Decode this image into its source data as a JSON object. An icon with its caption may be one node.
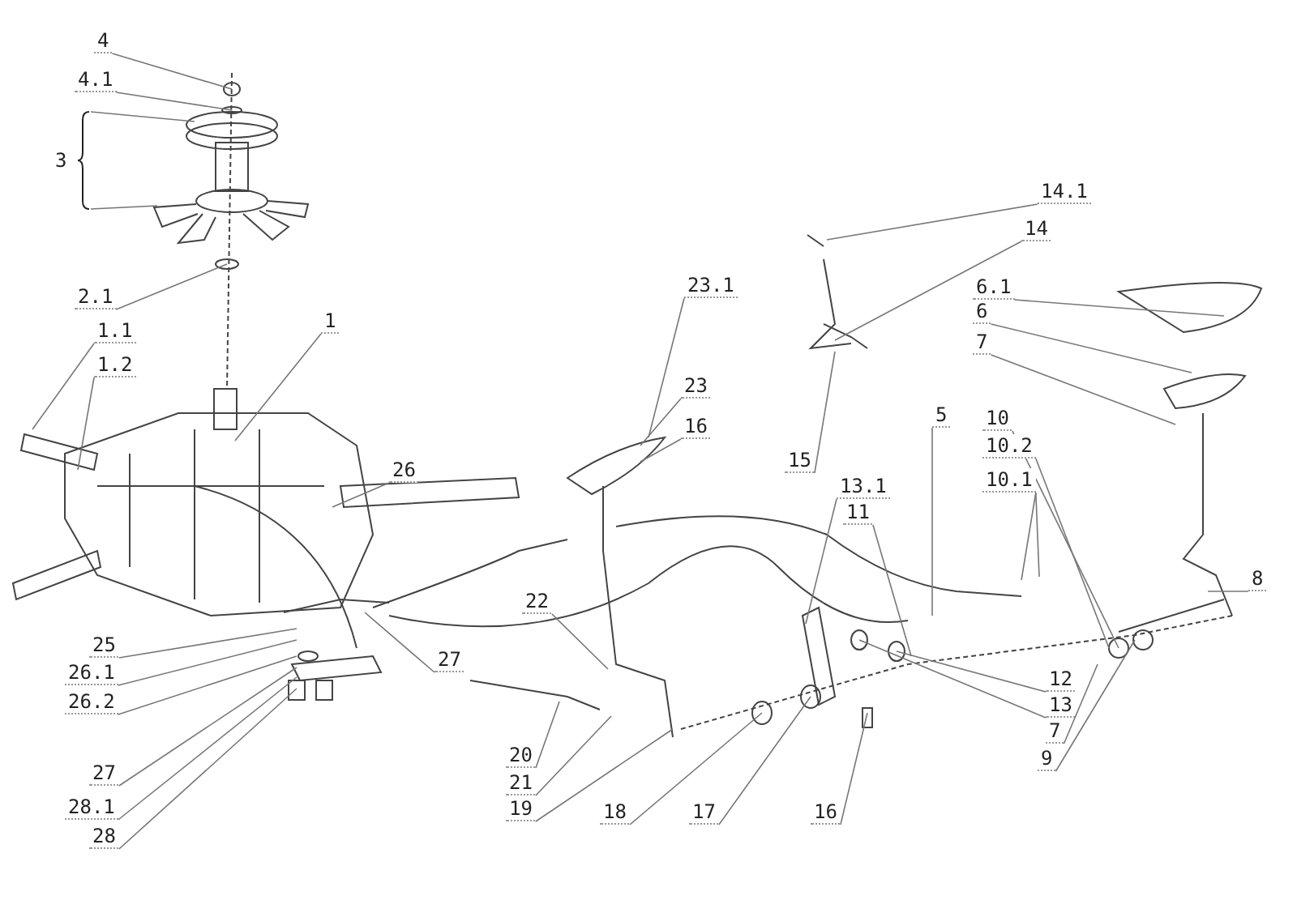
{
  "diagram": {
    "nodes": [
      {
        "text": [
          "4"
        ]
      },
      {
        "text": [
          "4.1"
        ]
      },
      {
        "text": [
          "3"
        ]
      },
      {
        "text": [
          "2.1"
        ]
      },
      {
        "text": [
          "14.1"
        ]
      },
      {
        "text": [
          "14"
        ]
      },
      {
        "text": [
          "6.1"
        ]
      },
      {
        "text": [
          "6"
        ]
      },
      {
        "text": [
          "7"
        ]
      },
      {
        "text": [
          "23.1"
        ]
      },
      {
        "text": [
          "1.1"
        ]
      },
      {
        "text": [
          "1.2"
        ]
      },
      {
        "text": [
          "1"
        ]
      },
      {
        "text": [
          "23"
        ]
      },
      {
        "text": [
          "16"
        ]
      },
      {
        "text": [
          "5"
        ]
      },
      {
        "text": [
          "10"
        ]
      },
      {
        "text": [
          "10.2"
        ]
      },
      {
        "text": [
          "10.1"
        ]
      },
      {
        "text": [
          "15"
        ]
      },
      {
        "text": [
          "26"
        ]
      },
      {
        "text": [
          "13.1"
        ]
      },
      {
        "text": [
          "11"
        ]
      },
      {
        "text": [
          "8"
        ]
      },
      {
        "text": [
          "22"
        ]
      },
      {
        "text": [
          "25"
        ]
      },
      {
        "text": [
          "26.1"
        ]
      },
      {
        "text": [
          "27"
        ]
      },
      {
        "text": [
          "26.2"
        ]
      },
      {
        "text": [
          "12"
        ]
      },
      {
        "text": [
          "13"
        ]
      },
      {
        "text": [
          "7"
        ]
      },
      {
        "text": [
          "20"
        ]
      },
      {
        "text": [
          "9"
        ]
      },
      {
        "text": [
          "27"
        ]
      },
      {
        "text": [
          "21"
        ]
      },
      {
        "text": [
          "28.1"
        ]
      },
      {
        "text": [
          "19"
        ]
      },
      {
        "text": [
          "18"
        ]
      },
      {
        "text": [
          "17"
        ]
      },
      {
        "text": [
          "16"
        ]
      },
      {
        "text": [
          "28"
        ]
      }
    ],
    "edges": [
      {
        "from": 0,
        "to": null,
        "arrow": "none"
      },
      {
        "from": 1,
        "to": null,
        "arrow": "none"
      },
      {
        "from": 2,
        "to": null,
        "arrow": "none"
      },
      {
        "from": 2,
        "to": null,
        "arrow": "none"
      },
      {
        "from": 3,
        "to": null,
        "arrow": "none"
      },
      {
        "from": 4,
        "to": null,
        "arrow": "none"
      },
      {
        "from": 5,
        "to": null,
        "arrow": "none"
      },
      {
        "from": 6,
        "to": null,
        "arrow": "none"
      },
      {
        "from": 7,
        "to": null,
        "arrow": "none"
      },
      {
        "from": 8,
        "to": null,
        "arrow": "none"
      },
      {
        "from": 9,
        "to": null,
        "arrow": "none"
      },
      {
        "from": 10,
        "to": null,
        "arrow": "none"
      },
      {
        "from": 11,
        "to": null,
        "arrow": "none"
      },
      {
        "from": 12,
        "to": null,
        "arrow": "none"
      },
      {
        "from": 13,
        "to": null,
        "arrow": "none"
      },
      {
        "from": 14,
        "to": null,
        "arrow": "none"
      },
      {
        "from": 15,
        "to": null,
        "arrow": "none"
      },
      {
        "from": 16,
        "to": null,
        "arrow": "none"
      },
      {
        "from": 17,
        "to": null,
        "arrow": "none"
      },
      {
        "from": 18,
        "to": null,
        "arrow": "none"
      },
      {
        "from": 18,
        "to": null,
        "arrow": "none"
      },
      {
        "from": 19,
        "to": null,
        "arrow": "none"
      },
      {
        "from": 20,
        "to": null,
        "arrow": "none"
      },
      {
        "from": 21,
        "to": null,
        "arrow": "none"
      },
      {
        "from": 22,
        "to": null,
        "arrow": "none"
      },
      {
        "from": 23,
        "to": null,
        "arrow": "none"
      },
      {
        "from": 24,
        "to": null,
        "arrow": "none"
      },
      {
        "from": 25,
        "to": null,
        "arrow": "none"
      },
      {
        "from": 26,
        "to": null,
        "arrow": "none"
      },
      {
        "from": 27,
        "to": null,
        "arrow": "none"
      },
      {
        "from": 28,
        "to": null,
        "arrow": "none"
      },
      {
        "from": 29,
        "to": null,
        "arrow": "none"
      },
      {
        "from": 30,
        "to": null,
        "arrow": "none"
      },
      {
        "from": 31,
        "to": null,
        "arrow": "none"
      },
      {
        "from": 32,
        "to": null,
        "arrow": "none"
      },
      {
        "from": 33,
        "to": null,
        "arrow": "none"
      },
      {
        "from": 34,
        "to": null,
        "arrow": "none"
      },
      {
        "from": 35,
        "to": null,
        "arrow": "none"
      },
      {
        "from": 36,
        "to": null,
        "arrow": "none"
      },
      {
        "from": 37,
        "to": null,
        "arrow": "none"
      },
      {
        "from": 38,
        "to": null,
        "arrow": "none"
      },
      {
        "from": 39,
        "to": null,
        "arrow": "none"
      },
      {
        "from": 40,
        "to": null,
        "arrow": "none"
      },
      {
        "from": 41,
        "to": null,
        "arrow": "none"
      }
    ]
  }
}
